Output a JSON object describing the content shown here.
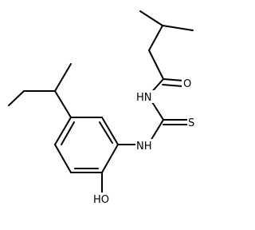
{
  "molecule": {
    "atoms": {
      "oxygen_carbonyl": "O",
      "amide_nh": "HN",
      "sulfur": "S",
      "thiourea_nh": "NH",
      "hydroxyl": "HO"
    },
    "colors": {
      "bond": "#000000",
      "label": "#000000",
      "background": "#ffffff"
    }
  }
}
